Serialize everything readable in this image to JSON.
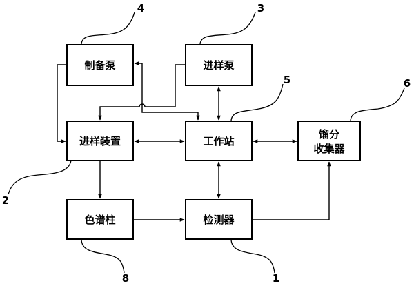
{
  "diagram": {
    "blocks": {
      "prep_pump": {
        "label": "制备泵"
      },
      "sample_pump": {
        "label": "进样泵"
      },
      "injector": {
        "label": "进样装置"
      },
      "workstation": {
        "label": "工作站"
      },
      "fraction_collector": {
        "line1": "馏分",
        "line2": "收集器"
      },
      "column": {
        "label": "色谱柱"
      },
      "detector": {
        "label": "检测器"
      }
    },
    "refs": {
      "detector": "1",
      "injector": "2",
      "sample_pump": "3",
      "prep_pump": "4",
      "workstation": "5",
      "fraction_collector": "6",
      "column": "8"
    }
  }
}
